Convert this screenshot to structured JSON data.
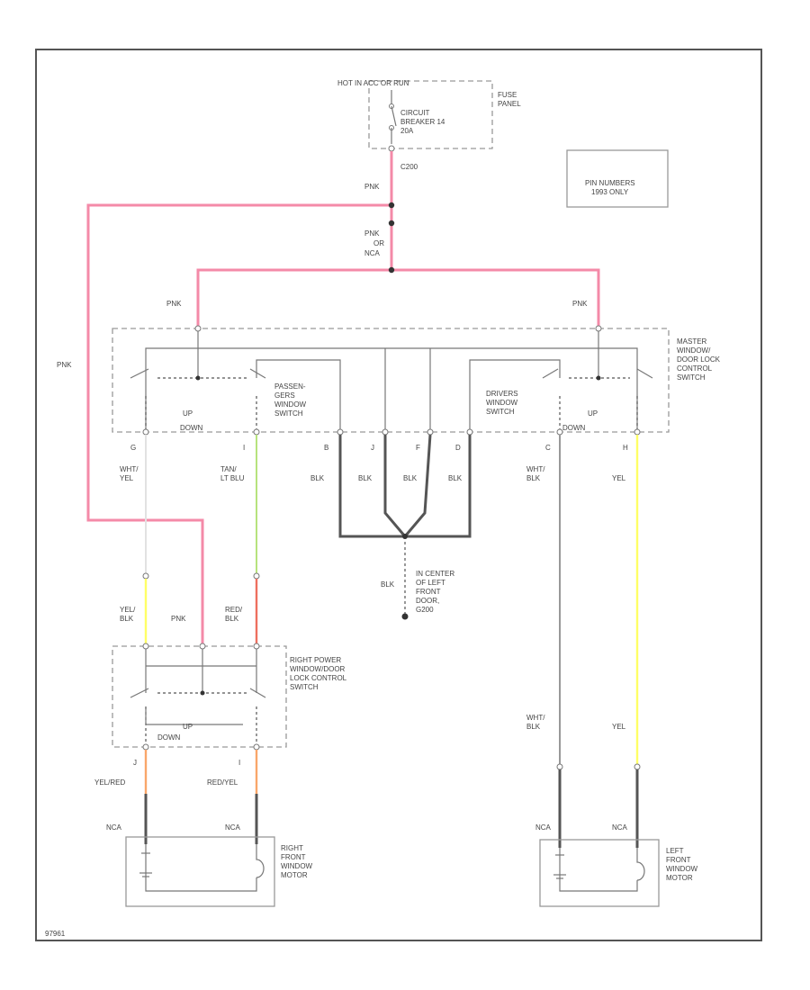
{
  "fuse": {
    "source": "HOT IN ACC OR RUN",
    "panel": [
      "FUSE",
      "PANEL"
    ],
    "breaker": [
      "CIRCUIT",
      "BREAKER 14",
      "20A"
    ]
  },
  "note": [
    "PIN NUMBERS",
    "1993 ONLY"
  ],
  "splices": {
    "c200": "C200",
    "nca": "NCA"
  },
  "master_switch": {
    "title": [
      "MASTER",
      "WINDOW/",
      "DOOR LOCK",
      "CONTROL",
      "SWITCH"
    ],
    "passenger": [
      "PASSEN-",
      "GERS",
      "WINDOW",
      "SWITCH"
    ],
    "driver": [
      "DRIVERS",
      "WINDOW",
      "SWITCH"
    ],
    "up": "UP",
    "down": "DOWN",
    "pins": [
      "G",
      "I",
      "B",
      "J",
      "F",
      "D",
      "C",
      "H"
    ]
  },
  "right_switch": {
    "title": [
      "RIGHT POWER",
      "WINDOW/DOOR",
      "LOCK CONTROL",
      "SWITCH"
    ],
    "up": "UP",
    "down": "DOWN",
    "pins": [
      "J",
      "I"
    ]
  },
  "ground": [
    "IN CENTER",
    "OF LEFT",
    "FRONT",
    "DOOR,",
    "G200"
  ],
  "wires": {
    "pnk": "PNK",
    "pnk_or": "OR",
    "wht_yel": [
      "WHT/",
      "YEL"
    ],
    "tan_ltblu": [
      "TAN/",
      "LT BLU"
    ],
    "blk": "BLK",
    "wht_blk": [
      "WHT/",
      "BLK"
    ],
    "yel": "YEL",
    "yel_blk": [
      "YEL/",
      "BLK"
    ],
    "red_blk": [
      "RED/",
      "BLK"
    ],
    "yel_red": "YEL/RED",
    "red_yel": "RED/YEL"
  },
  "motors": {
    "right": [
      "RIGHT",
      "FRONT",
      "WINDOW",
      "MOTOR"
    ],
    "left": [
      "LEFT",
      "FRONT",
      "WINDOW",
      "MOTOR"
    ]
  },
  "figure_id": "97961",
  "colors": {
    "pink": "#f48aa8",
    "yellow": "#ffff66",
    "green": "#b7e37d",
    "red": "#ee6f5f",
    "orange": "#f9a66a",
    "gray": "#999999",
    "black": "#555555"
  }
}
